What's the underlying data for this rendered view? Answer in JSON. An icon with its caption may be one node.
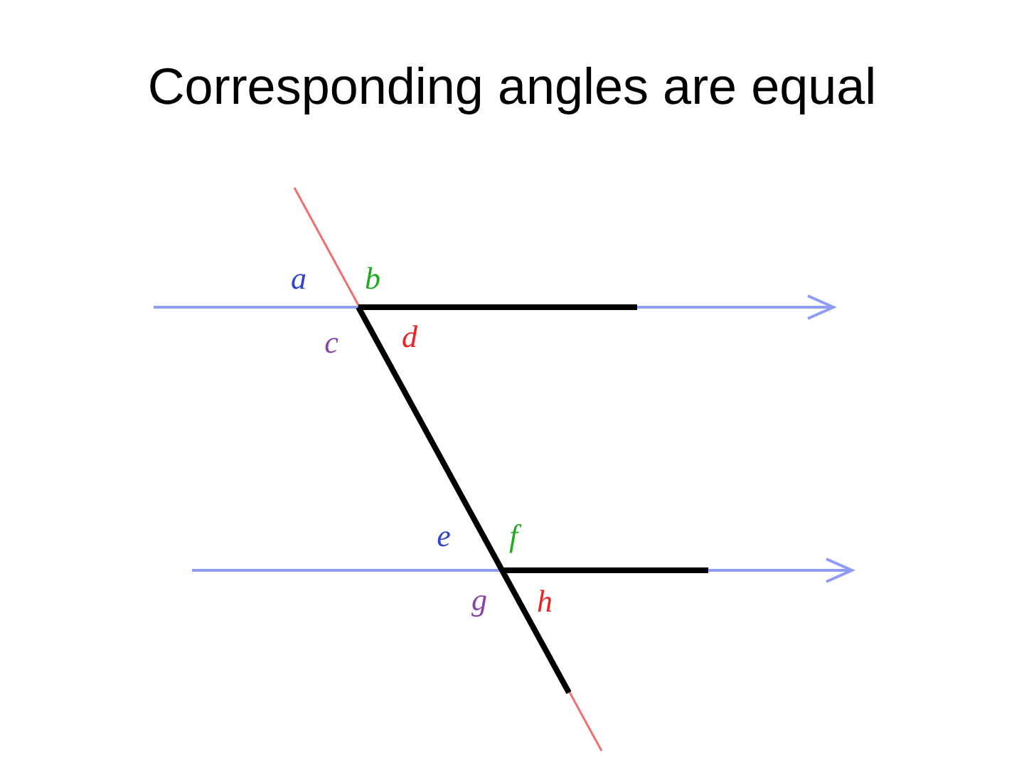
{
  "diagram": {
    "title": "Corresponding angles are equal",
    "labels": [
      "a",
      "b",
      "c",
      "d",
      "e",
      "f",
      "g",
      "h"
    ]
  }
}
